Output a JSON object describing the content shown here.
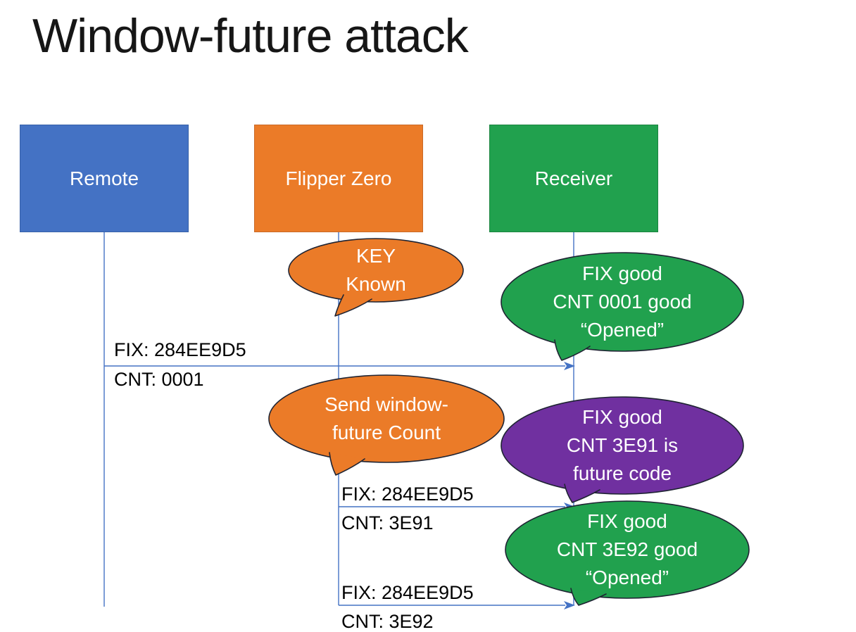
{
  "title": "Window-future attack",
  "line_color": "#4472C4",
  "outline_color": "#1f2433",
  "actors": [
    {
      "label": "Remote",
      "color": "#4472C4",
      "border": "#3761A8"
    },
    {
      "label": "Flipper Zero",
      "color": "#EB7B28",
      "border": "#C96A28"
    },
    {
      "label": "Receiver",
      "color": "#21A14E",
      "border": "#1B8440"
    }
  ],
  "messages": [
    {
      "from": "Remote",
      "to": "Receiver",
      "labels": [
        "FIX: 284EE9D5",
        "CNT: 0001"
      ]
    },
    {
      "from": "Flipper Zero",
      "to": "Receiver",
      "labels": [
        "FIX: 284EE9D5",
        "CNT: 3E91"
      ]
    },
    {
      "from": "Flipper Zero",
      "to": "Receiver",
      "labels": [
        "FIX: 284EE9D5",
        "CNT: 3E92"
      ]
    }
  ],
  "callouts": [
    {
      "color": "#EB7B28",
      "lines": [
        "KEY",
        "Known"
      ]
    },
    {
      "color": "#21A14E",
      "lines": [
        "FIX good",
        "CNT 0001 good",
        "“Opened”"
      ]
    },
    {
      "color": "#EB7B28",
      "lines": [
        "Send window-",
        "future Count"
      ]
    },
    {
      "color": "#7030A0",
      "lines": [
        "FIX good",
        "CNT 3E91 is",
        "future code"
      ]
    },
    {
      "color": "#21A14E",
      "lines": [
        "FIX good",
        "CNT 3E92 good",
        "“Opened”"
      ]
    }
  ]
}
